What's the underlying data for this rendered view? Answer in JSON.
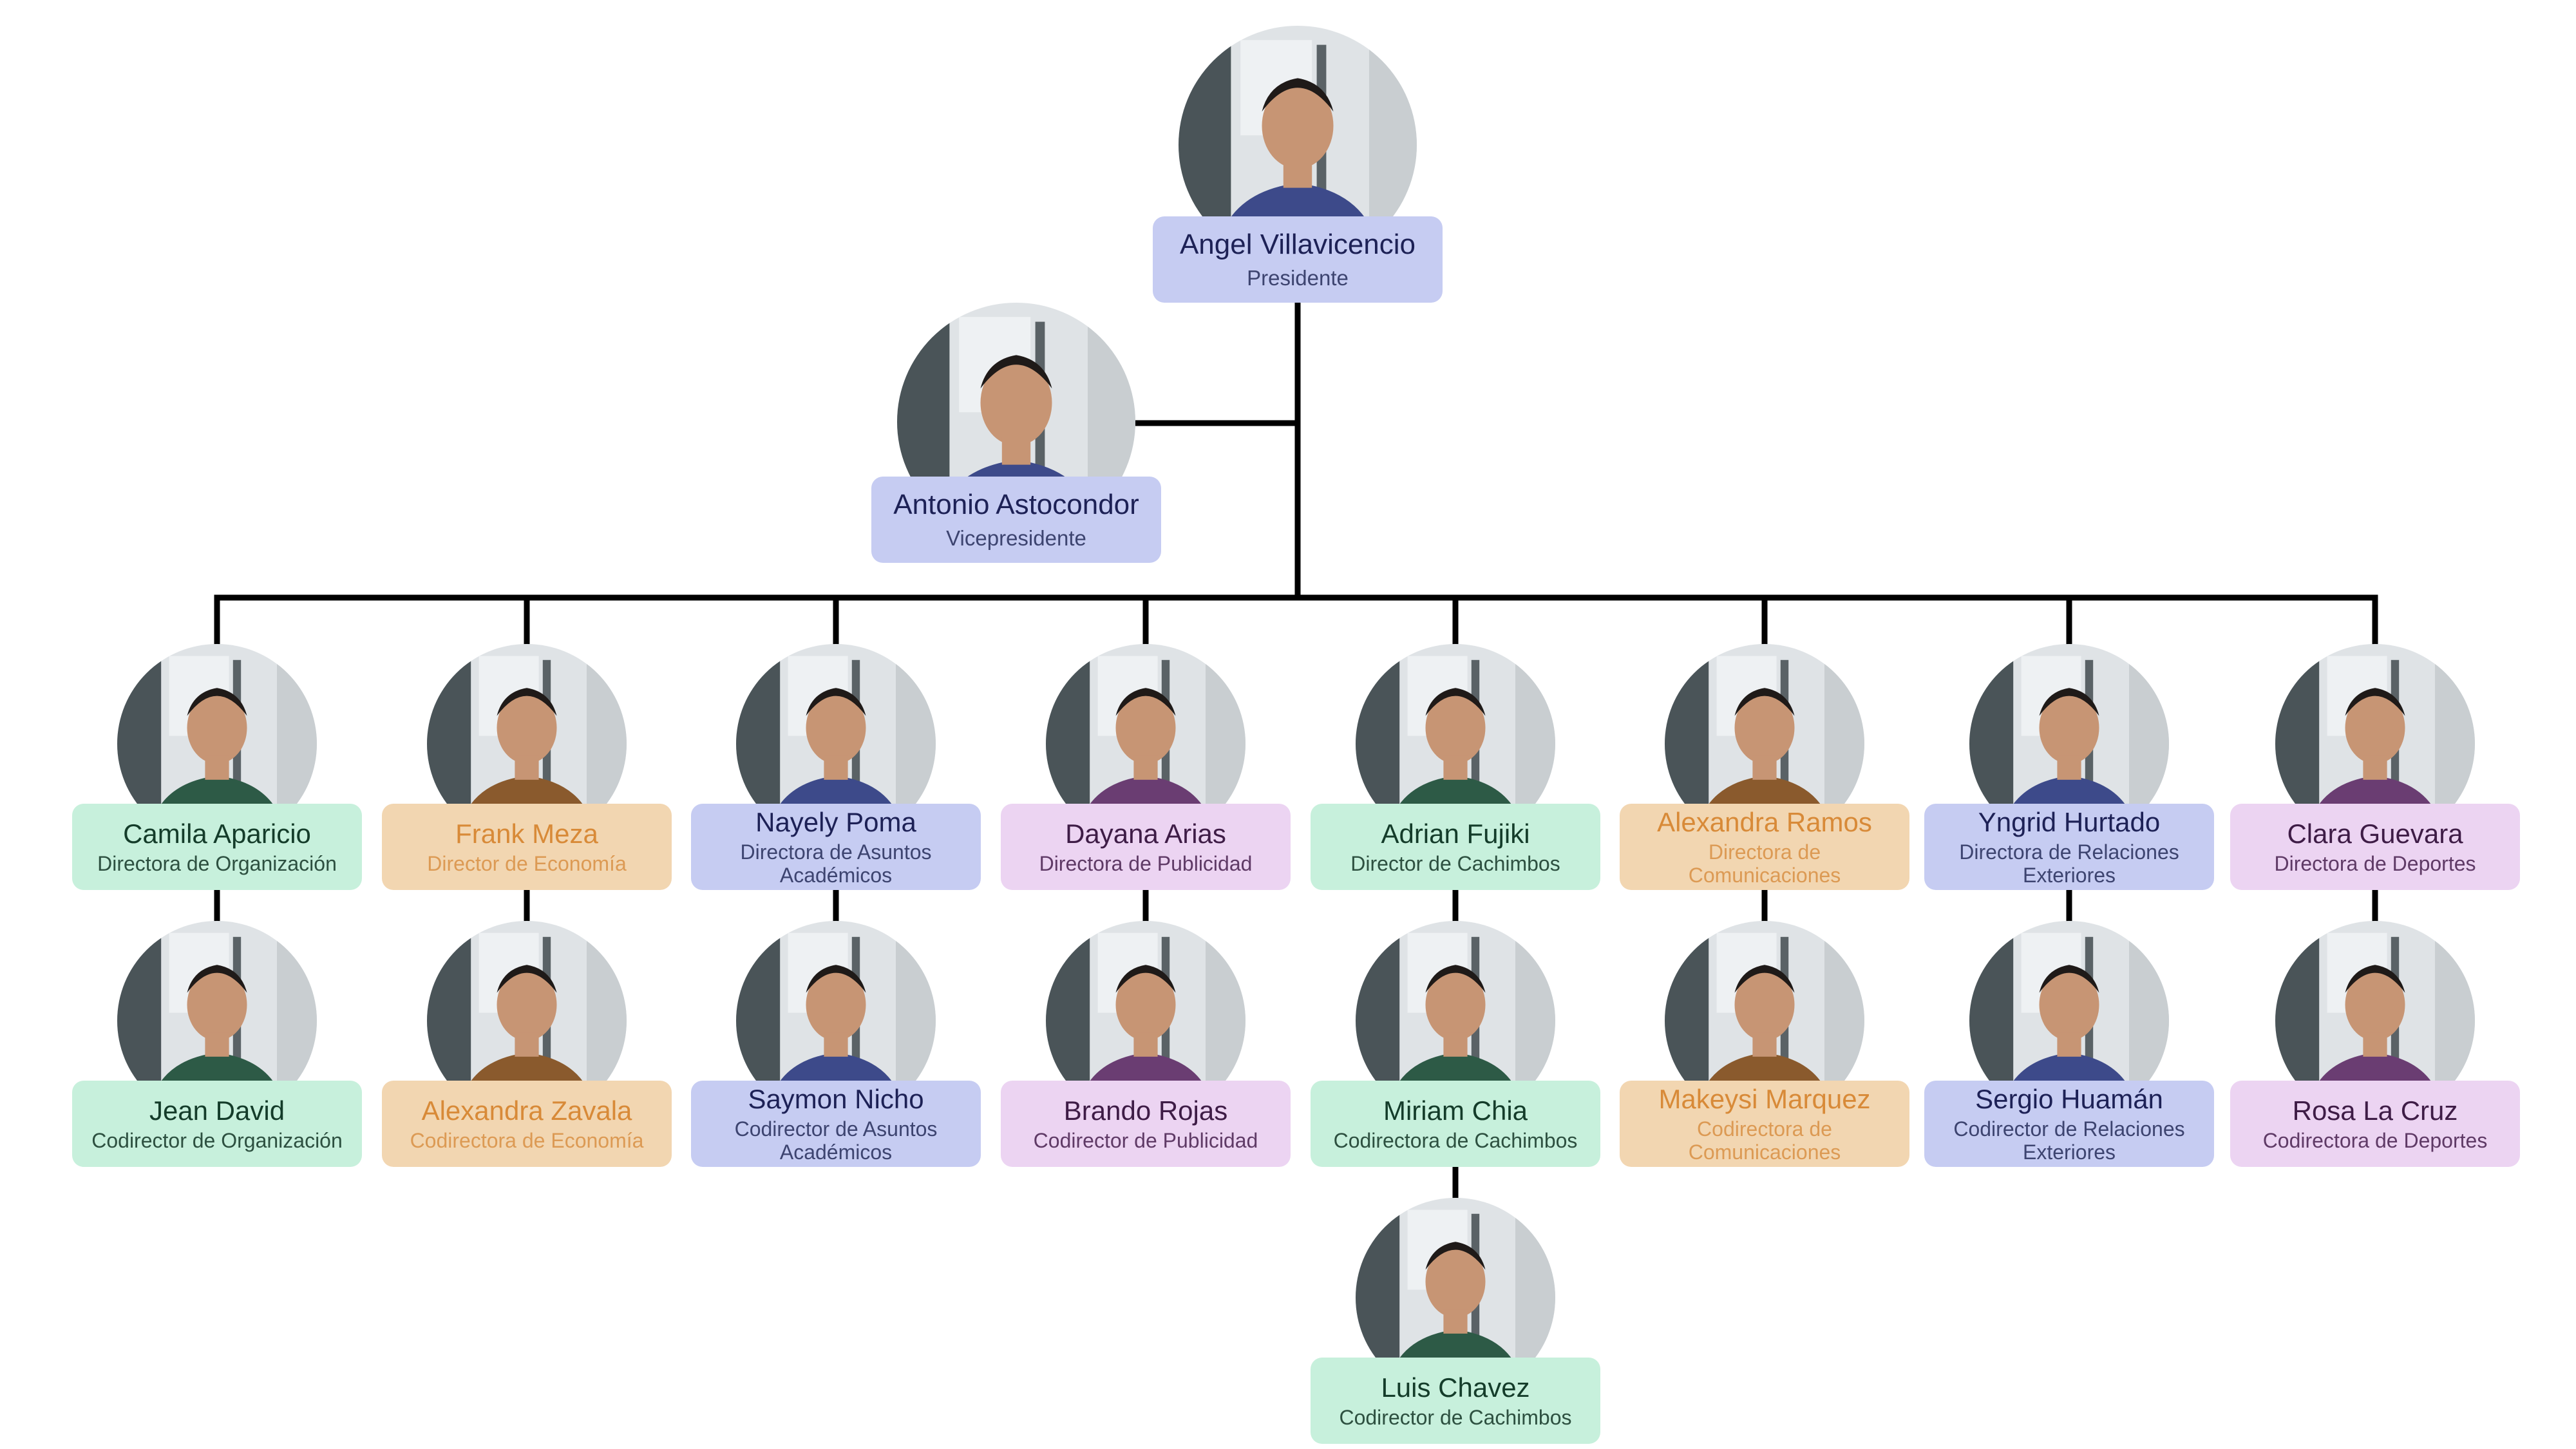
{
  "colors": {
    "blue": "#c6ccf2",
    "green": "#c7f0dc",
    "orange": "#f2d6b1",
    "pink": "#ecd4f2",
    "connector": "#000000"
  },
  "president": {
    "name": "Angel Villavicencio",
    "role": "Presidente",
    "theme": "blue",
    "avatar": "person-photo"
  },
  "vicepresident": {
    "name": "Antonio Astocondor",
    "role": "Vicepresidente",
    "theme": "blue",
    "avatar": "person-photo"
  },
  "directors": [
    {
      "name": "Camila Aparicio",
      "role": "Directora de Organización",
      "theme": "green"
    },
    {
      "name": "Frank Meza",
      "role": "Director de Economía",
      "theme": "orange"
    },
    {
      "name": "Nayely Poma",
      "role": "Directora de Asuntos Académicos",
      "theme": "blue"
    },
    {
      "name": "Dayana Arias",
      "role": "Directora de Publicidad",
      "theme": "pink"
    },
    {
      "name": "Adrian Fujiki",
      "role": "Director de Cachimbos",
      "theme": "green"
    },
    {
      "name": "Alexandra Ramos",
      "role": "Directora de Comunicaciones",
      "theme": "orange"
    },
    {
      "name": "Yngrid Hurtado",
      "role": "Directora de Relaciones Exteriores",
      "theme": "blue"
    },
    {
      "name": "Clara Guevara",
      "role": "Directora de Deportes",
      "theme": "pink"
    }
  ],
  "codirectors": [
    {
      "name": "Jean David",
      "role": "Codirector de Organización",
      "theme": "green"
    },
    {
      "name": "Alexandra Zavala",
      "role": "Codirectora de Economía",
      "theme": "orange"
    },
    {
      "name": "Saymon Nicho",
      "role": "Codirector de Asuntos Académicos",
      "theme": "blue"
    },
    {
      "name": "Brando Rojas",
      "role": "Codirector de Publicidad",
      "theme": "pink"
    },
    {
      "name": "Miriam Chia",
      "role": "Codirectora de Cachimbos",
      "theme": "green"
    },
    {
      "name": "Makeysi Marquez",
      "role": "Codirectora de Comunicaciones",
      "theme": "orange"
    },
    {
      "name": "Sergio Huamán",
      "role": "Codirector de Relaciones Exteriores",
      "theme": "blue"
    },
    {
      "name": "Rosa La Cruz",
      "role": "Codirectora de Deportes",
      "theme": "pink"
    }
  ],
  "extra": [
    {
      "name": "Luis Chavez",
      "role": "Codirector de Cachimbos",
      "theme": "green",
      "under": "Miriam Chia"
    }
  ]
}
